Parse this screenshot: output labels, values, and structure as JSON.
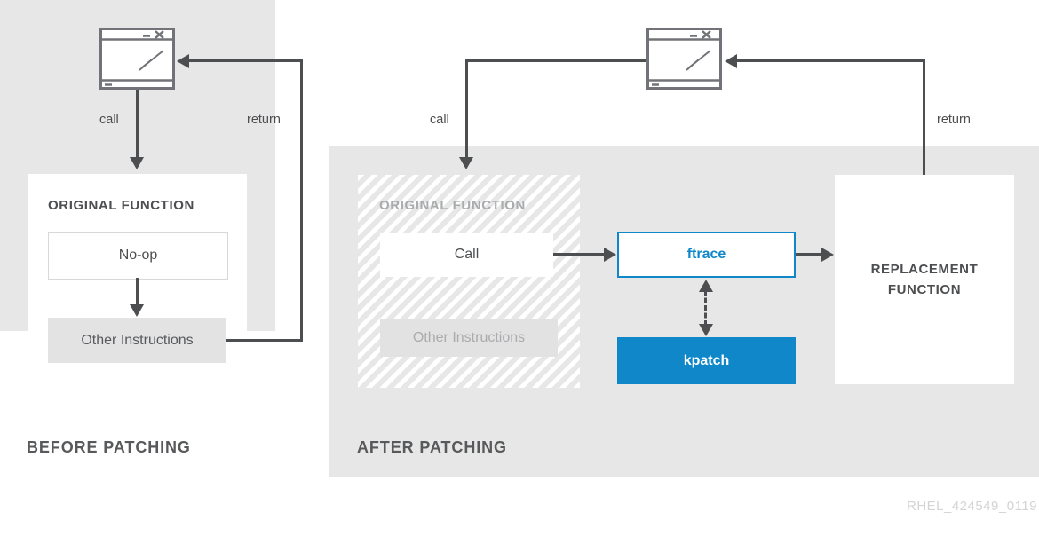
{
  "colors": {
    "accent_blue": "#0f87c9",
    "panel_gray": "#e7e7e7",
    "line_dark": "#4d4e50",
    "muted_text": "#a9abad",
    "watermark_gray": "#d4d4d6"
  },
  "icons": {
    "before_window": "app-window-icon",
    "after_window": "app-window-icon"
  },
  "before": {
    "panel_label": "BEFORE PATCHING",
    "call_label": "call",
    "return_label": "return",
    "function_title": "ORIGINAL FUNCTION",
    "noop_label": "No-op",
    "other_label": "Other Instructions"
  },
  "after": {
    "panel_label": "AFTER PATCHING",
    "call_label": "call",
    "return_label": "return",
    "function_title": "ORIGINAL FUNCTION",
    "call_box_label": "Call",
    "other_label": "Other Instructions",
    "ftrace_label": "ftrace",
    "kpatch_label": "kpatch",
    "replacement_line1": "REPLACEMENT",
    "replacement_line2": "FUNCTION"
  },
  "watermark": "RHEL_424549_0119"
}
